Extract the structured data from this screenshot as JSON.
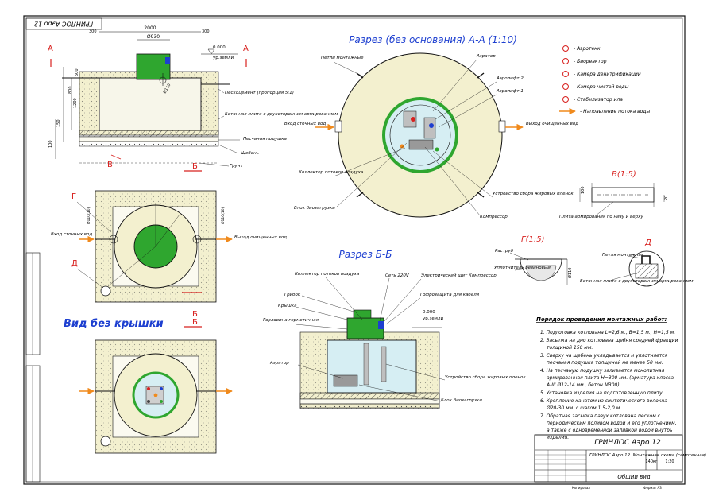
{
  "stamp": {
    "top_label": "ГРИНЛОС Аэро 12"
  },
  "sections": {
    "aa_title": "Разрез (без основания) А-А (1:10)",
    "bb_title": "Разрез Б-Б",
    "top_view_title": "Вид без крышки",
    "v_title": "В(1:5)",
    "g_title": "Г(1:5)",
    "d_title": "Д"
  },
  "cut_marks": {
    "a": "А",
    "b": "Б",
    "v": "В",
    "g": "Г",
    "d": "Д"
  },
  "dims": {
    "d2000": "2000",
    "d930": "Ø930",
    "d300a": "300",
    "d300b": "300",
    "d0000a": "0.000",
    "ground_a": "ур.земли",
    "d500": "500",
    "d800": "800",
    "d1200": "1200",
    "d150": "150",
    "d100": "100",
    "d110": "Ø110",
    "d110b": "Ø110(10)",
    "d110c": "Ø110(10)",
    "d0000b": "0.000",
    "ground_b": "ур.земли",
    "d100v": "100",
    "d20v": "20",
    "d110g": "Ø110"
  },
  "labels": {
    "sand_cement": "Пескоцемент (пропорция 5:1)",
    "concrete_slab": "Бетонная плита с двухсторонним армированием",
    "sand_cushion": "Песчаная подушка",
    "gravel": "Щебень",
    "soil": "Грунт",
    "inlet_left": "Вход сточных вод",
    "outlet_left": "Выход очищенных вод",
    "inlet_top": "Вход сточных вод",
    "mount_loops": "Петли монтажные",
    "aerator": "Аэратор",
    "airlift2": "Аэролифт 2",
    "airlift1": "Аэролифт 1",
    "outlet_aa": "Выход очищенных вод",
    "collector": "Коллектор потоков воздуха",
    "fat_trap": "Устройство сбора жировых пленок",
    "bio_block": "Блок биозагрузки",
    "compressor": "Компрессор",
    "coll_bb": "Коллектор потоков воздуха",
    "net": "Сеть 220V",
    "el_shield": "Электрический щит Компрессор",
    "gofra": "Гофрозащита для кабеля",
    "grivel": "Грибок",
    "lid": "Крышка",
    "neck_seal": "Горловина герметичная",
    "aerator_bb": "Аэратор",
    "fat_trap_bb": "Устройство сбора жировых пленок",
    "bio_block_bb": "Блок биозагрузки",
    "rebar_plate": "Плита армирования по низу и верху",
    "raster": "Раструб",
    "seal": "Уплотнитель резиновый",
    "loop_d": "Петля монтажная",
    "slab_d": "Бетонная плита с двухсторонним армированием"
  },
  "legend": {
    "items": [
      "- Аэротенк",
      "- Биореактор",
      "- Камера денитрификации",
      "- Камера чистой воды",
      "- Стабилизатор ила"
    ],
    "arrow_label": "- Направление потока воды"
  },
  "procedure": {
    "title": "Порядок проведения монтажных работ:",
    "steps": [
      "1. Подготовка котлована L=2,6 м., В=1,5 м., Н=1,5 м.",
      "2. Засыпка на дно котлована щебня средней фракции",
      "толщиной 150 мм.",
      "3. Сверху на щебень укладывается и уплотняется",
      "песчаная подушка толщиной не менее 50 мм.",
      "4. На песчаную подушку заливается монолитная",
      "армированная плита Н=300 мм. (арматура класса",
      "А-III Ø12-14 мм., бетон М300)",
      "5. Установка изделия на подготовленную плиту",
      "6. Крепление канатом из синтетического волокна",
      "Ø20-30 мм. с шагом 1,5-2,0 м.",
      "7. Обратная засыпка пазух котлована песком с",
      "периодическим поливом водой и его уплотнением,",
      "а также с одновременной заливкой водой внутрь",
      "изделия."
    ]
  },
  "title_block": {
    "product": "ГРИНЛОС Аэро 12",
    "desc": "ГРИНЛОС Аэро 12. Монтажная схема (самотечная)",
    "view": "Общий вид",
    "mass": "140кг",
    "scale": "1:20",
    "format": "Формат А3",
    "copied": "Копировал"
  },
  "colors": {
    "sand": "#f3f0cf",
    "green": "#2fa62f",
    "water": "#d6eef3",
    "red": "#d8211f",
    "blue": "#1d3fd0",
    "orange": "#f08a1c",
    "line": "#111111"
  }
}
